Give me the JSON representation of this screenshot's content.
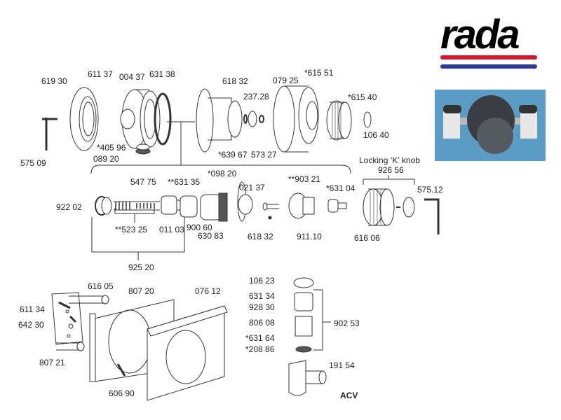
{
  "brand": {
    "logo_text": "rada",
    "stripe_red": "#d0182a",
    "stripe_blue": "#2a3a96"
  },
  "photo": {
    "background": "#5b9cc4"
  },
  "labels": {
    "p61930": "619 30",
    "p61137": "611 37",
    "p00437": "004 37",
    "p63138": "631 38",
    "p61832a": "618 32",
    "p23728": "237.28",
    "p07925": "079 25",
    "p61551": "*615 51",
    "p61540": "*615 40",
    "p10640": "106 40",
    "p57509": "575 09",
    "p40596": "*405 96",
    "p08920": "089 20",
    "p63967": "*639 67",
    "p57327": "573 27",
    "locking_knob": "Locking ‘K’ knob",
    "p92656": "926 56",
    "p54775": "547 75",
    "p63135": "**631 35",
    "p09820": "*098 20",
    "p02137": "021 37",
    "p90321": "**903 21",
    "p63104": "*631 04",
    "p57512": "575.12",
    "p92202": "922 02",
    "p52325": "**523 25",
    "p01103": "011 03",
    "p90060": "900 60",
    "p63083": "630 83",
    "p61832b": "618 32",
    "p91110": "911.10",
    "p61606": "616 06",
    "p92520": "925 20",
    "p10623": "106 23",
    "p61605": "616 05",
    "p80720": "807 20",
    "p07612": "076 12",
    "p63134": "631 34",
    "p92830": "928 30",
    "p61134": "611 34",
    "p80608": "806 08",
    "p64230": "642 30",
    "p90253": "902 53",
    "p63164": "*631 64",
    "p20886": "*208 86",
    "p19154": "191 54",
    "p80721": "807 21",
    "p60690": "606 90",
    "acv": "ACV"
  }
}
